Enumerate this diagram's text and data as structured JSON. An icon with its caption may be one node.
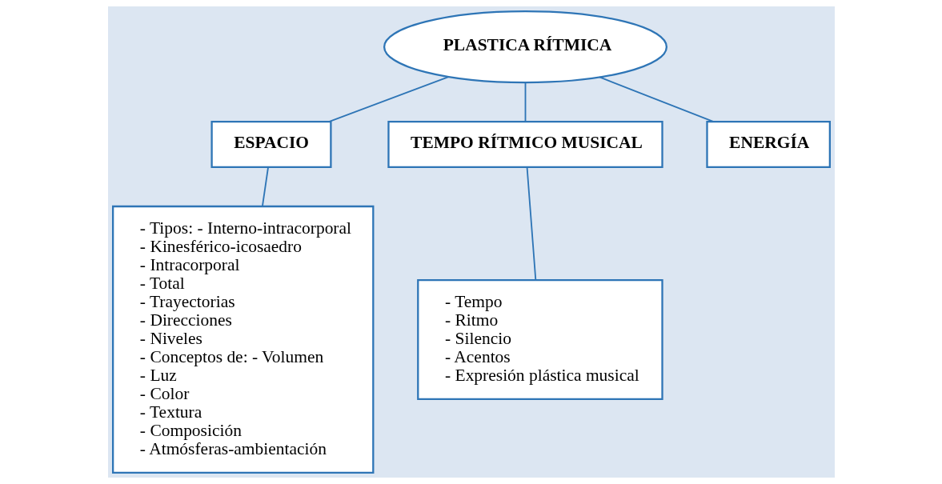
{
  "diagram": {
    "nodes": [
      {
        "text": [
          "PLASTICA RÍTMICA"
        ]
      },
      {
        "text": [
          "ESPACIO"
        ]
      },
      {
        "text": [
          "TEMPO RÍTMICO MUSICAL"
        ]
      },
      {
        "text": [
          "ENERGÍA"
        ]
      },
      {
        "text": [
          "- Tipos: - Interno-intracorporal",
          "- Kinesférico-icosaedro",
          "- Intracorporal",
          "- Total",
          "- Trayectorias",
          "- Direcciones",
          "- Niveles",
          "- Conceptos de: - Volumen",
          "- Luz",
          "- Color",
          "- Textura",
          "- Composición",
          "- Atmósferas-ambientación"
        ]
      },
      {
        "text": [
          "- Tempo",
          "- Ritmo",
          "- Silencio",
          "- Acentos",
          "- Expresión plástica musical"
        ]
      }
    ],
    "edges": [
      {
        "from": 0,
        "to": 1,
        "arrow": "none"
      },
      {
        "from": 0,
        "to": 2,
        "arrow": "none"
      },
      {
        "from": 0,
        "to": 3,
        "arrow": "none"
      },
      {
        "from": 1,
        "to": 4,
        "arrow": "none"
      },
      {
        "from": 2,
        "to": 5,
        "arrow": "none"
      }
    ]
  }
}
